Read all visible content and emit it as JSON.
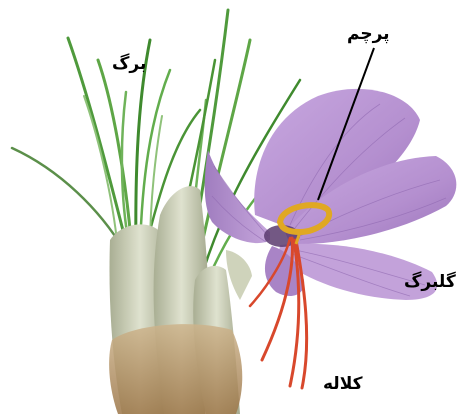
{
  "diagram": {
    "subject": "saffron crocus",
    "labels": {
      "leaf": "برگ",
      "stamen": "پرچم",
      "petal": "گلبرگ",
      "stigma": "کلاله"
    }
  },
  "colors": {
    "background": "#ffffff",
    "petal": "#b48fcf",
    "petal_vein": "#8e67b0",
    "leaf": "#4f9a3c",
    "stem": "#c9cdb4",
    "corm": "#b8956a",
    "stamen": "#e0a823",
    "stigma": "#d8482c",
    "pointer_line": "#000000"
  }
}
